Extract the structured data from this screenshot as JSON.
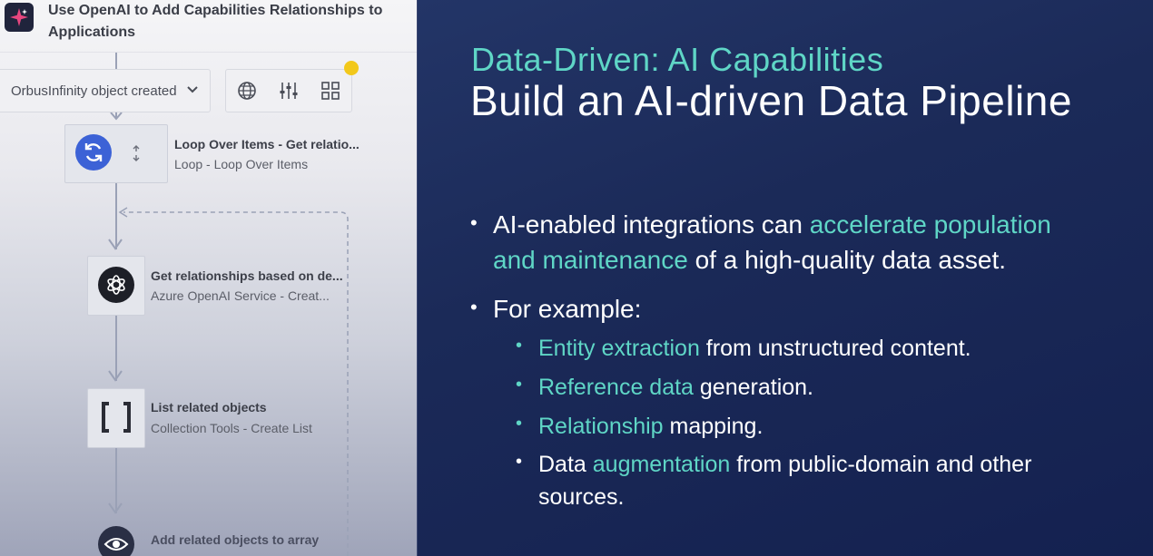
{
  "workflow": {
    "title": "Use OpenAI to Add Capabilities Relationships to Applications",
    "trigger": {
      "label": "OrbusInfinity object created"
    },
    "toolbar": {
      "icons": [
        "globe-icon",
        "sliders-icon",
        "grid-icon"
      ]
    },
    "nodes": [
      {
        "title": "Loop Over Items - Get relatio...",
        "subtitle": "Loop - Loop Over Items",
        "icon": "loop-icon"
      },
      {
        "title": "Get relationships based on de...",
        "subtitle": "Azure OpenAI Service - Creat...",
        "icon": "openai-icon"
      },
      {
        "title": "List related objects",
        "subtitle": "Collection Tools - Create List",
        "icon": "brackets-icon"
      },
      {
        "title": "Add related objects to array",
        "icon": "eye-icon"
      }
    ]
  },
  "slide": {
    "kicker": "Data-Driven: AI Capabilities",
    "title": "Build an AI-driven Data Pipeline",
    "accent_color": "#5fd6c6",
    "bullets": [
      {
        "line1": {
          "pre": "AI-enabled integrations can ",
          "hl": "accelerate population"
        },
        "line2": {
          "hl": "and maintenance",
          "post": " of a high-quality data asset."
        }
      },
      {
        "text": "For example:"
      }
    ],
    "sub_bullets": [
      {
        "hl": "Entity extraction",
        "post": " from unstructured content."
      },
      {
        "hl": "Reference data",
        "post": " generation."
      },
      {
        "hl": "Relationship",
        "post": " mapping."
      },
      {
        "pre": "Data ",
        "hl": "augmentation",
        "post": " from public-domain and other",
        "line2": "sources."
      }
    ]
  }
}
